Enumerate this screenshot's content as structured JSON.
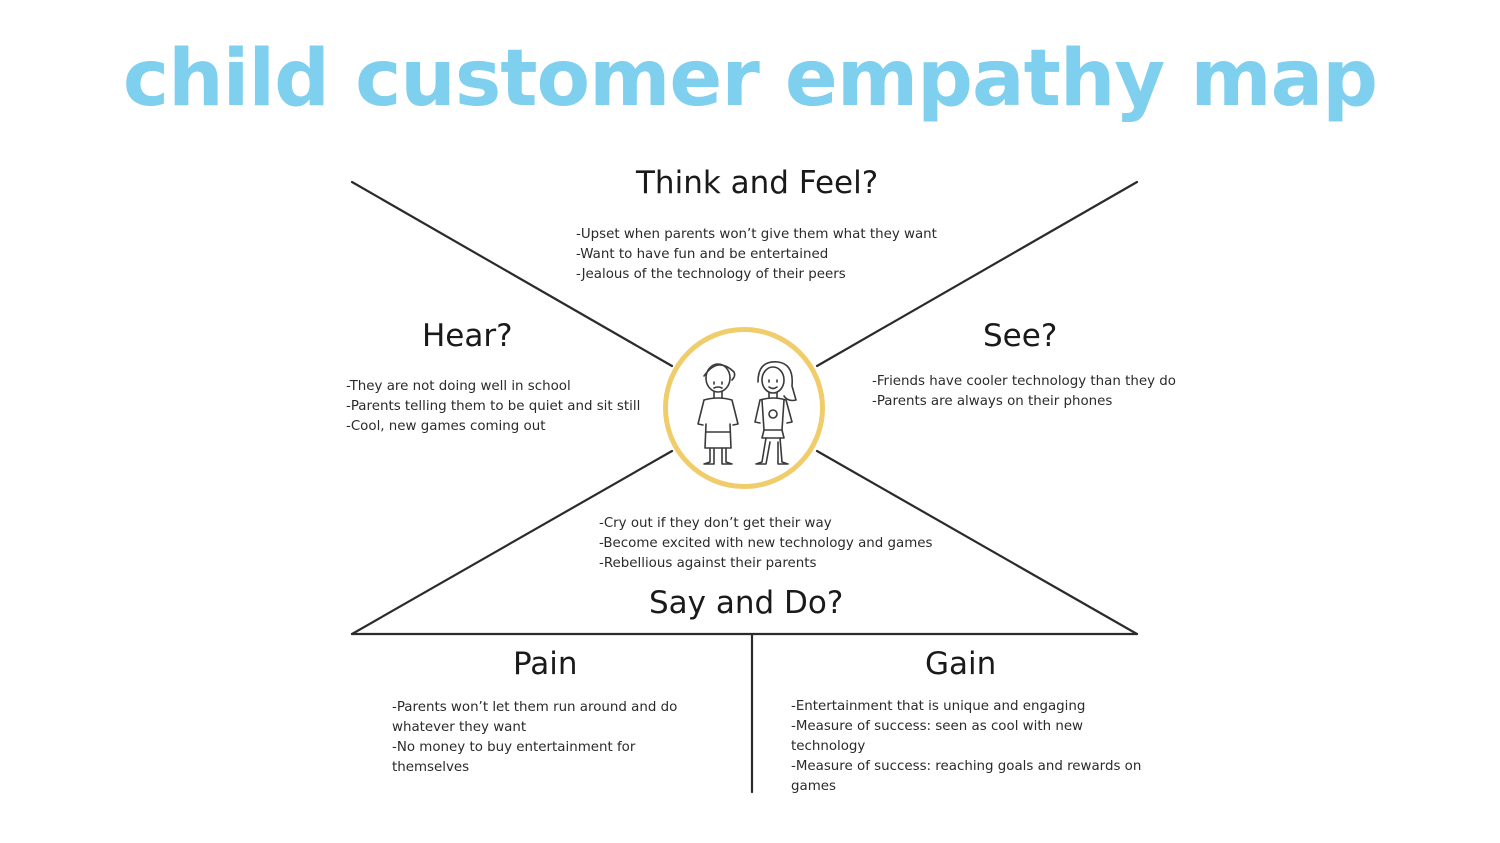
{
  "title": "child customer empathy map",
  "colors": {
    "title": "#7fcfef",
    "circle": "#f0cd6a",
    "lines": "#2b2b2b"
  },
  "center_icon": "two-children-illustration",
  "think_feel": {
    "heading": "Think and Feel?",
    "items": [
      "-Upset when parents won’t give them what they want",
      "-Want to have fun and be entertained",
      "-Jealous of the technology of their peers"
    ]
  },
  "hear": {
    "heading": "Hear?",
    "items": [
      "-They are not doing well in school",
      "-Parents telling them to be quiet and sit still",
      "-Cool, new games coming out"
    ]
  },
  "see": {
    "heading": "See?",
    "items": [
      "-Friends have cooler technology than they do",
      "-Parents are always on their phones"
    ]
  },
  "say_do": {
    "heading": "Say and Do?",
    "items": [
      "-Cry out if they don’t get their way",
      "-Become excited with new technology and games",
      "-Rebellious against their parents"
    ]
  },
  "pain": {
    "heading": "Pain",
    "items": [
      "-Parents won’t let them run around and do whatever they want",
      "-No money to buy entertainment for themselves"
    ]
  },
  "gain": {
    "heading": "Gain",
    "items": [
      "-Entertainment that is unique and engaging",
      "-Measure of success: seen as cool with new technology",
      "-Measure of success: reaching goals and rewards on games"
    ]
  }
}
